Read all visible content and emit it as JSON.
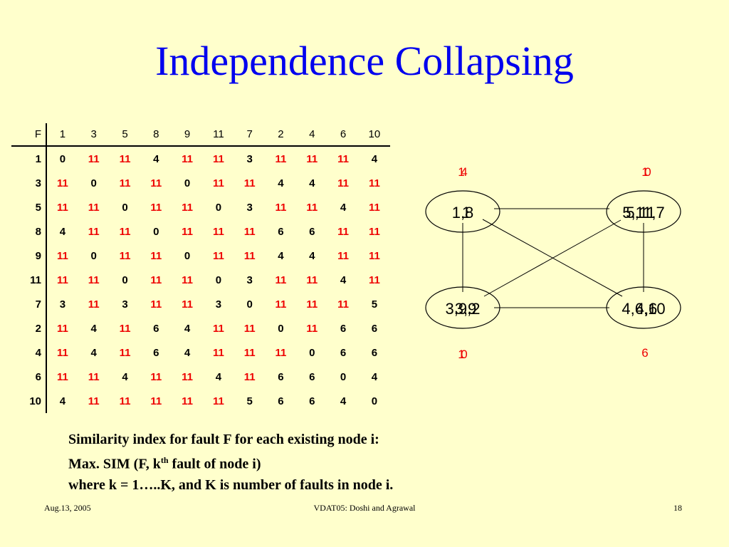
{
  "title": "Independence Collapsing",
  "table": {
    "corner": "F",
    "columns": [
      "1",
      "3",
      "5",
      "8",
      "9",
      "11",
      "7",
      "2",
      "4",
      "6",
      "10"
    ],
    "rows": [
      {
        "label": "1",
        "cells": [
          "0",
          "11",
          "11",
          "4",
          "11",
          "11",
          "3",
          "11",
          "11",
          "11",
          "4"
        ]
      },
      {
        "label": "3",
        "cells": [
          "11",
          "0",
          "11",
          "11",
          "0",
          "11",
          "11",
          "4",
          "4",
          "11",
          "11"
        ]
      },
      {
        "label": "5",
        "cells": [
          "11",
          "11",
          "0",
          "11",
          "11",
          "0",
          "3",
          "11",
          "11",
          "4",
          "11"
        ]
      },
      {
        "label": "8",
        "cells": [
          "4",
          "11",
          "11",
          "0",
          "11",
          "11",
          "11",
          "6",
          "6",
          "11",
          "11"
        ]
      },
      {
        "label": "9",
        "cells": [
          "11",
          "0",
          "11",
          "11",
          "0",
          "11",
          "11",
          "4",
          "4",
          "11",
          "11"
        ]
      },
      {
        "label": "11",
        "cells": [
          "11",
          "11",
          "0",
          "11",
          "11",
          "0",
          "3",
          "11",
          "11",
          "4",
          "11"
        ]
      },
      {
        "label": "7",
        "cells": [
          "3",
          "11",
          "3",
          "11",
          "11",
          "3",
          "0",
          "11",
          "11",
          "11",
          "5"
        ]
      },
      {
        "label": "2",
        "cells": [
          "11",
          "4",
          "11",
          "6",
          "4",
          "11",
          "11",
          "0",
          "11",
          "6",
          "6"
        ]
      },
      {
        "label": "4",
        "cells": [
          "11",
          "4",
          "11",
          "6",
          "4",
          "11",
          "11",
          "11",
          "0",
          "6",
          "6"
        ]
      },
      {
        "label": "6",
        "cells": [
          "11",
          "11",
          "4",
          "11",
          "11",
          "4",
          "11",
          "6",
          "6",
          "0",
          "4"
        ]
      },
      {
        "label": "10",
        "cells": [
          "4",
          "11",
          "11",
          "11",
          "11",
          "11",
          "5",
          "6",
          "6",
          "4",
          "0"
        ]
      }
    ]
  },
  "graph": {
    "nodes": [
      {
        "label": "1,8",
        "overlap": "1",
        "above": "1",
        "above_overlap": "4"
      },
      {
        "label": "5,11,7",
        "overlap": "5,11",
        "above": "1",
        "above_overlap": "0"
      },
      {
        "label": "3,9,2",
        "overlap": "3,9",
        "below": "1",
        "below_overlap": "0"
      },
      {
        "label": "4,6,10",
        "overlap": "4,6",
        "below": "6"
      }
    ]
  },
  "caption": {
    "line1": "Similarity index for fault F for each existing node i:",
    "line2_pre": "Max. SIM (F, k",
    "line2_sup": "th",
    "line2_post": " fault of node i)",
    "line3": "where k = 1…..K, and K is number of faults in node i."
  },
  "footer": {
    "date": "Aug.13, 2005",
    "center": "VDAT05: Doshi and Agrawal",
    "page": "18"
  },
  "colors": {
    "background": "#ffffcc",
    "title": "#0000ee",
    "highlight": "#ee0000"
  }
}
